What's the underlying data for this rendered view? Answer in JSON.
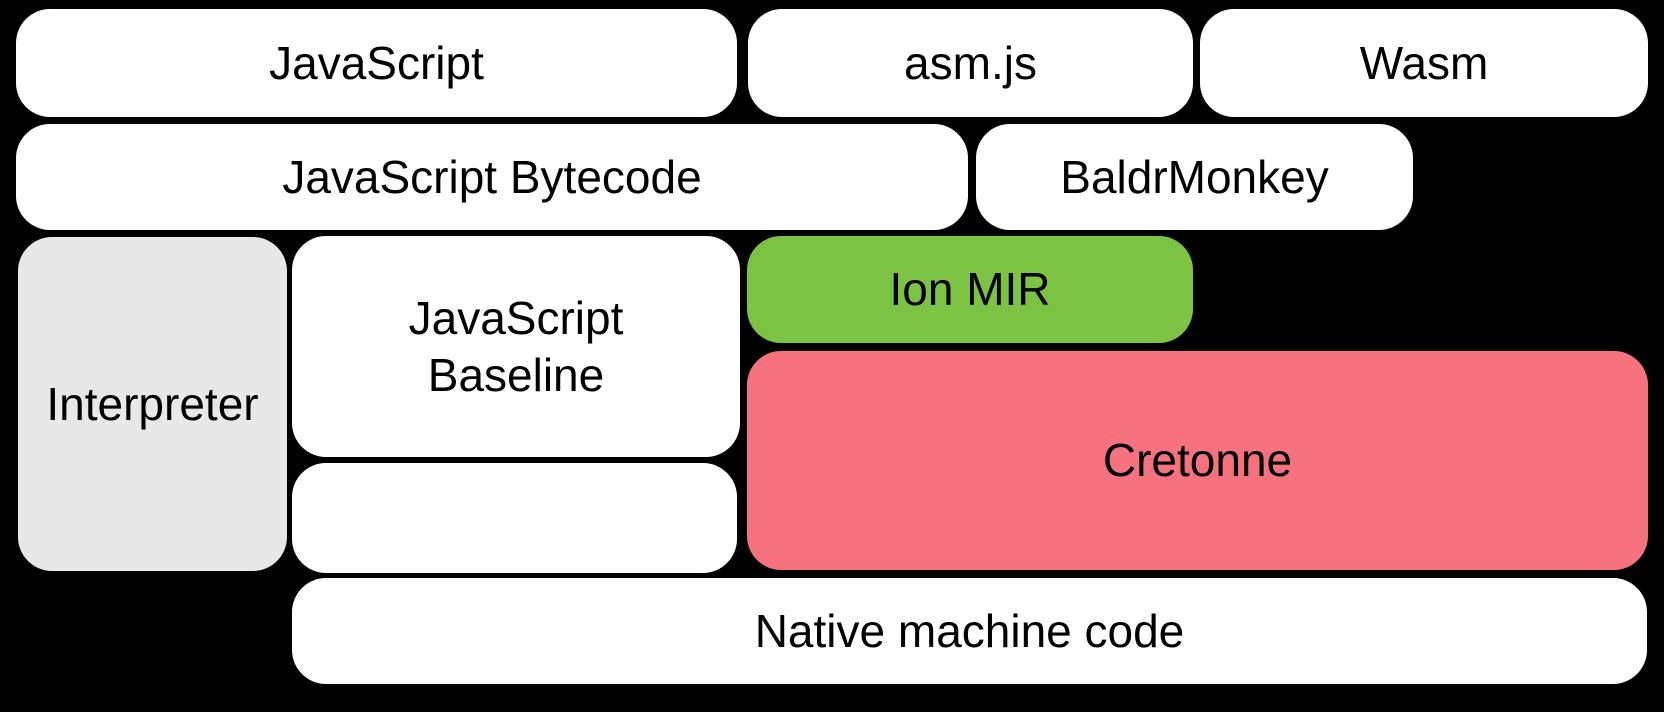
{
  "diagram": {
    "nodes": {
      "javascript": {
        "label": "JavaScript",
        "fill": "#FFFFFF"
      },
      "asmjs": {
        "label": "asm.js",
        "fill": "#FFFFFF"
      },
      "wasm": {
        "label": "Wasm",
        "fill": "#FFFFFF"
      },
      "bytecode": {
        "label": "JavaScript Bytecode",
        "fill": "#FFFFFF"
      },
      "baldrmonkey": {
        "label": "BaldrMonkey",
        "fill": "#FFFFFF"
      },
      "interpreter": {
        "label": "Interpreter",
        "fill": "#E8E8E8"
      },
      "baseline": {
        "label": "JavaScript Baseline",
        "fill": "#FFFFFF"
      },
      "ionmir": {
        "label": "Ion MIR",
        "fill": "#7CC343"
      },
      "cretonne": {
        "label": "Cretonne",
        "fill": "#F6727F"
      },
      "native": {
        "label": "Native machine code",
        "fill": "#FFFFFF"
      }
    },
    "colors": {
      "background": "#000000",
      "text": "#000000",
      "box_white": "#FFFFFF",
      "box_gray": "#E8E8E8",
      "box_green": "#7CC343",
      "box_pink": "#F6727F"
    }
  }
}
